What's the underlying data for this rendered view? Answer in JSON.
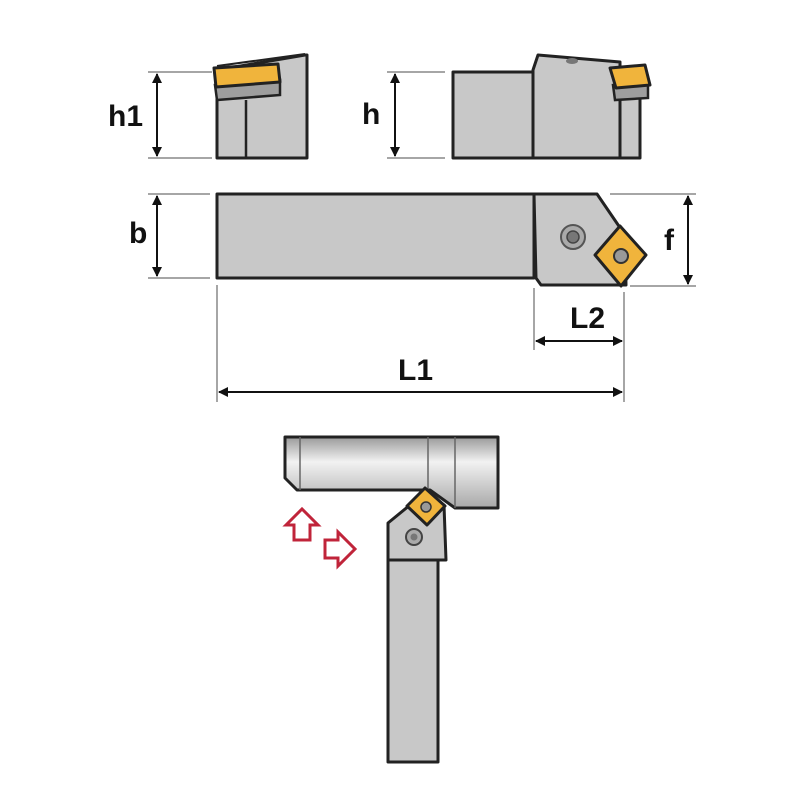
{
  "labels": {
    "h1": "h1",
    "h": "h",
    "b": "b",
    "f": "f",
    "L2": "L2",
    "L1": "L1"
  },
  "colors": {
    "insert": "#f0b43c",
    "body": "#c8c8c8",
    "feed_arrows": "#c0243a"
  },
  "icons": [
    "feed-arrow-up-icon",
    "feed-arrow-right-icon"
  ]
}
